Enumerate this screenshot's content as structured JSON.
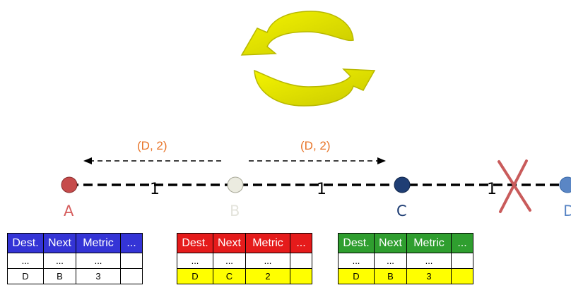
{
  "colors": {
    "node_a": "#c64b4b",
    "node_b": "#ebebe0",
    "node_c": "#1f3e74",
    "node_d": "#5a86c5",
    "update_text": "#e8752a",
    "cross": "#c95b5b",
    "cycle_arrow": "#e6e600"
  },
  "icons": {
    "cycle": "cycle-arrows-icon",
    "broken_link": "x-mark-icon"
  },
  "nodes": {
    "a": "A",
    "b": "B",
    "c": "C",
    "d": "D"
  },
  "links": {
    "ab_cost": "1",
    "bc_cost": "1",
    "cd_cost": "1"
  },
  "updates": {
    "left": "(D, 2)",
    "right": "(D, 2)"
  },
  "tables": [
    {
      "header_color": "#3434d6",
      "highlight_color": "#ffffff",
      "headers": [
        "Dest.",
        "Next",
        "Metric",
        "..."
      ],
      "rows": [
        [
          "...",
          "...",
          "...",
          ""
        ],
        [
          "D",
          "B",
          "3",
          ""
        ]
      ]
    },
    {
      "header_color": "#e51b1b",
      "highlight_color": "#ffff00",
      "headers": [
        "Dest.",
        "Next",
        "Metric",
        "..."
      ],
      "rows": [
        [
          "...",
          "...",
          "...",
          ""
        ],
        [
          "D",
          "C",
          "2",
          ""
        ]
      ]
    },
    {
      "header_color": "#2f9e2f",
      "highlight_color": "#ffff00",
      "headers": [
        "Dest.",
        "Next",
        "Metric",
        "..."
      ],
      "rows": [
        [
          "...",
          "...",
          "...",
          ""
        ],
        [
          "D",
          "B",
          "3",
          ""
        ]
      ]
    }
  ]
}
